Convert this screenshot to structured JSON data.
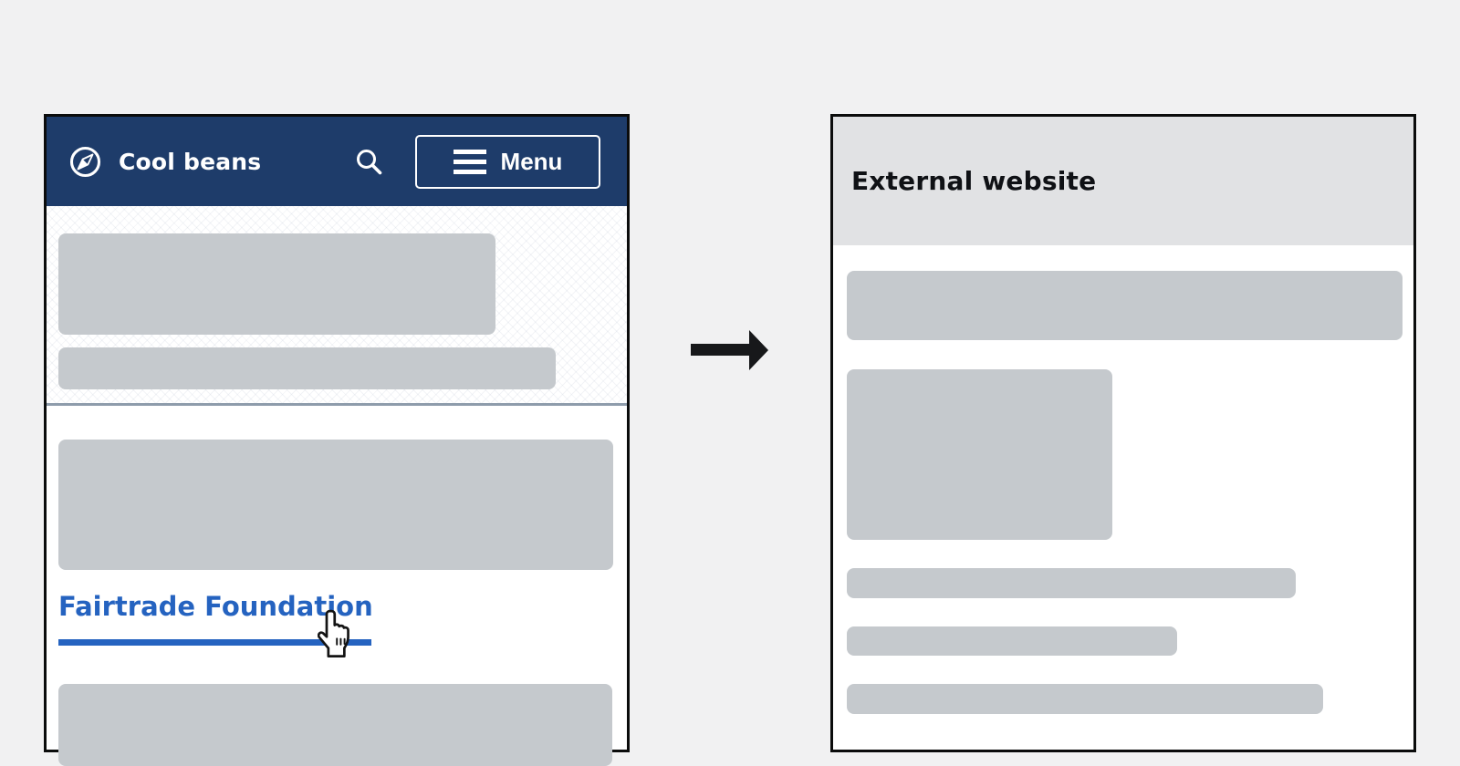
{
  "page": {
    "background_color": "#f1f1f2",
    "panel_border_color": "#0b0c0c",
    "placeholder_color": "#c5c9cd"
  },
  "left_panel": {
    "header": {
      "brand": "Cool beans",
      "menu_label": "Menu",
      "background_color": "#1e3c6a",
      "logo_icon": "compass-icon",
      "search_icon": "magnifying-glass-icon",
      "menu_icon": "hamburger-icon"
    },
    "divider_color": "#8e9cab",
    "link": {
      "label": "Fairtrade Foundation",
      "color": "#2563c0"
    },
    "cursor_icon": "hand-pointer-cursor"
  },
  "transition": {
    "arrow_icon": "right-arrow",
    "color": "#17181a"
  },
  "right_panel": {
    "title": "External website",
    "header_background_color": "#e1e2e4"
  }
}
